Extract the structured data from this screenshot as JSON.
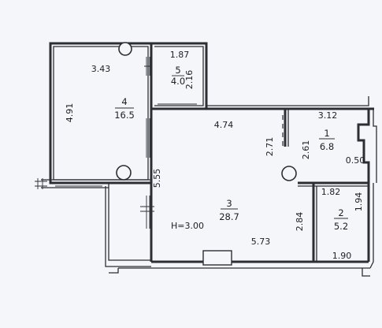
{
  "rooms": [
    {
      "id": "balcony",
      "number": "4",
      "area": "16.5"
    },
    {
      "id": "room5",
      "number": "5",
      "area": "4.0"
    },
    {
      "id": "main",
      "number": "3",
      "area": "28.7",
      "height": "H=3.00"
    },
    {
      "id": "room1",
      "number": "1",
      "area": "6.8"
    },
    {
      "id": "room2",
      "number": "2",
      "area": "5.2"
    }
  ],
  "dimensions": {
    "d343": "3.43",
    "d491": "4.91",
    "d187": "1.87",
    "d216": "2.16",
    "d474": "4.74",
    "d271": "2.71",
    "d555": "5.55",
    "d312": "3.12",
    "d261": "2.61",
    "d050": "0.50",
    "d182": "1.82",
    "d194": "1.94",
    "d284": "2.84",
    "d573": "5.73",
    "d190": "1.90"
  }
}
